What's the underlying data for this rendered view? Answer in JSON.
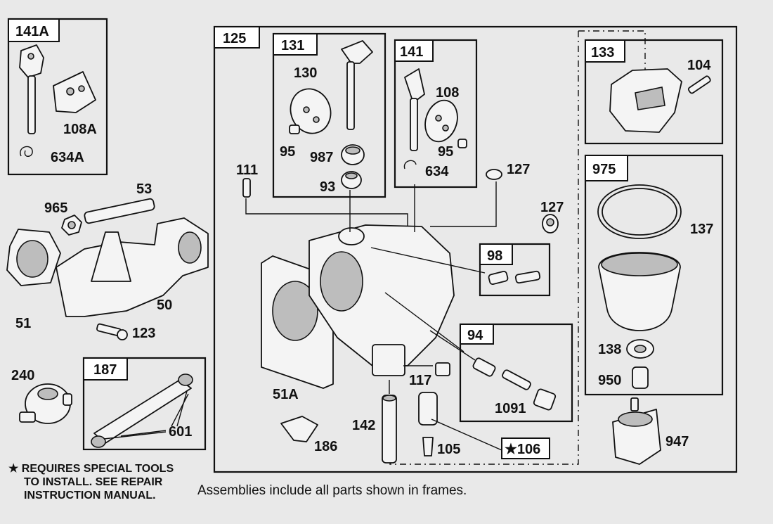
{
  "frames": {
    "f141A": "141A",
    "f125": "125",
    "f131": "131",
    "f141": "141",
    "f133": "133",
    "f975": "975",
    "f98": "98",
    "f94": "94",
    "f187": "187",
    "f106": "★106"
  },
  "callouts": {
    "c108A": "108A",
    "c634A": "634A",
    "c53": "53",
    "c965": "965",
    "c50": "50",
    "c51": "51",
    "c123": "123",
    "c240": "240",
    "c601": "601",
    "c130": "130",
    "c95a": "95",
    "c987": "987",
    "c93": "93",
    "c108": "108",
    "c95b": "95",
    "c634": "634",
    "c111": "111",
    "c127a": "127",
    "c127b": "127",
    "c104": "104",
    "c137": "137",
    "c138": "138",
    "c950": "950",
    "c947": "947",
    "c117": "117",
    "c1091": "1091",
    "c51A": "51A",
    "c142": "142",
    "c186": "186",
    "c105": "105"
  },
  "notes": {
    "line1": "★ REQUIRES SPECIAL TOOLS",
    "line2": "TO INSTALL.  SEE REPAIR",
    "line3": "INSTRUCTION MANUAL.",
    "caption": "Assemblies include all parts shown in frames."
  }
}
